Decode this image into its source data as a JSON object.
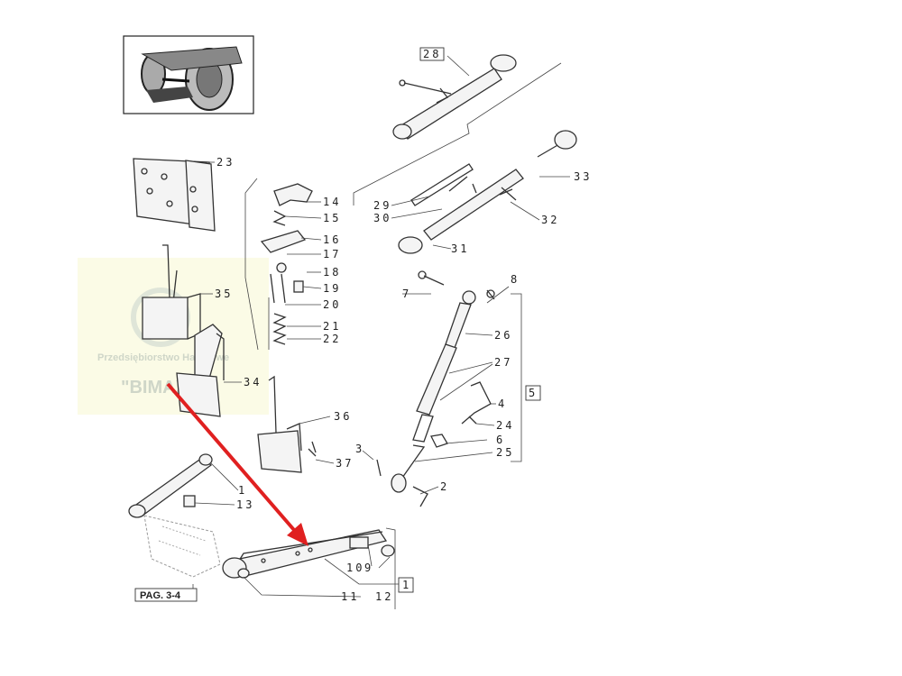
{
  "diagram": {
    "page_ref": "PAG. 3-4",
    "watermark": {
      "line1": "Przedsiębiorstwo Handlowe",
      "line2": "\"BIMAX\""
    },
    "callouts": [
      "1",
      "2",
      "3",
      "4",
      "5",
      "6",
      "7",
      "8",
      "9",
      "10",
      "11",
      "12",
      "13",
      "14",
      "15",
      "16",
      "17",
      "18",
      "19",
      "20",
      "21",
      "22",
      "23",
      "24",
      "25",
      "26",
      "27",
      "28",
      "29",
      "30",
      "31",
      "32",
      "33",
      "34",
      "35",
      "36",
      "37"
    ],
    "boxed_callouts": [
      "28",
      "5",
      "1"
    ],
    "highlight_arrow_color": "#e02020",
    "watermark_color": "#fbfbe6"
  }
}
